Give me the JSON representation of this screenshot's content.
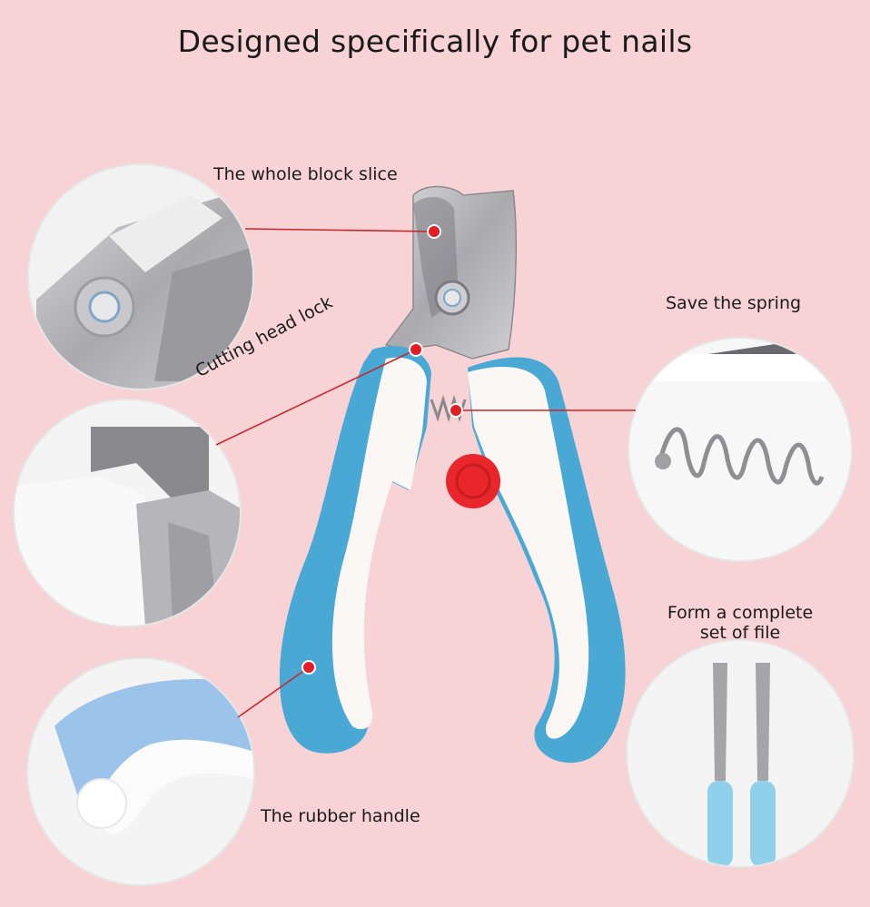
{
  "title": "Designed specifically for pet nails",
  "labels": {
    "whole_block_slice": "The whole block slice",
    "save_the_spring": "Save the spring",
    "cutting_head_lock": "Cutting head lock",
    "form_complete_set_line1": "Form a complete",
    "form_complete_set_line2": "set of file",
    "rubber_handle": "The rubber handle"
  },
  "colors": {
    "background": "#f7d3d6",
    "handle_blue": "#4aa8d4",
    "handle_white": "#fbf7f4",
    "steel": "#b8b8bc",
    "marker_red": "#e21d24",
    "lock_red": "#e8262b",
    "file_blue": "#8fd0ea"
  }
}
